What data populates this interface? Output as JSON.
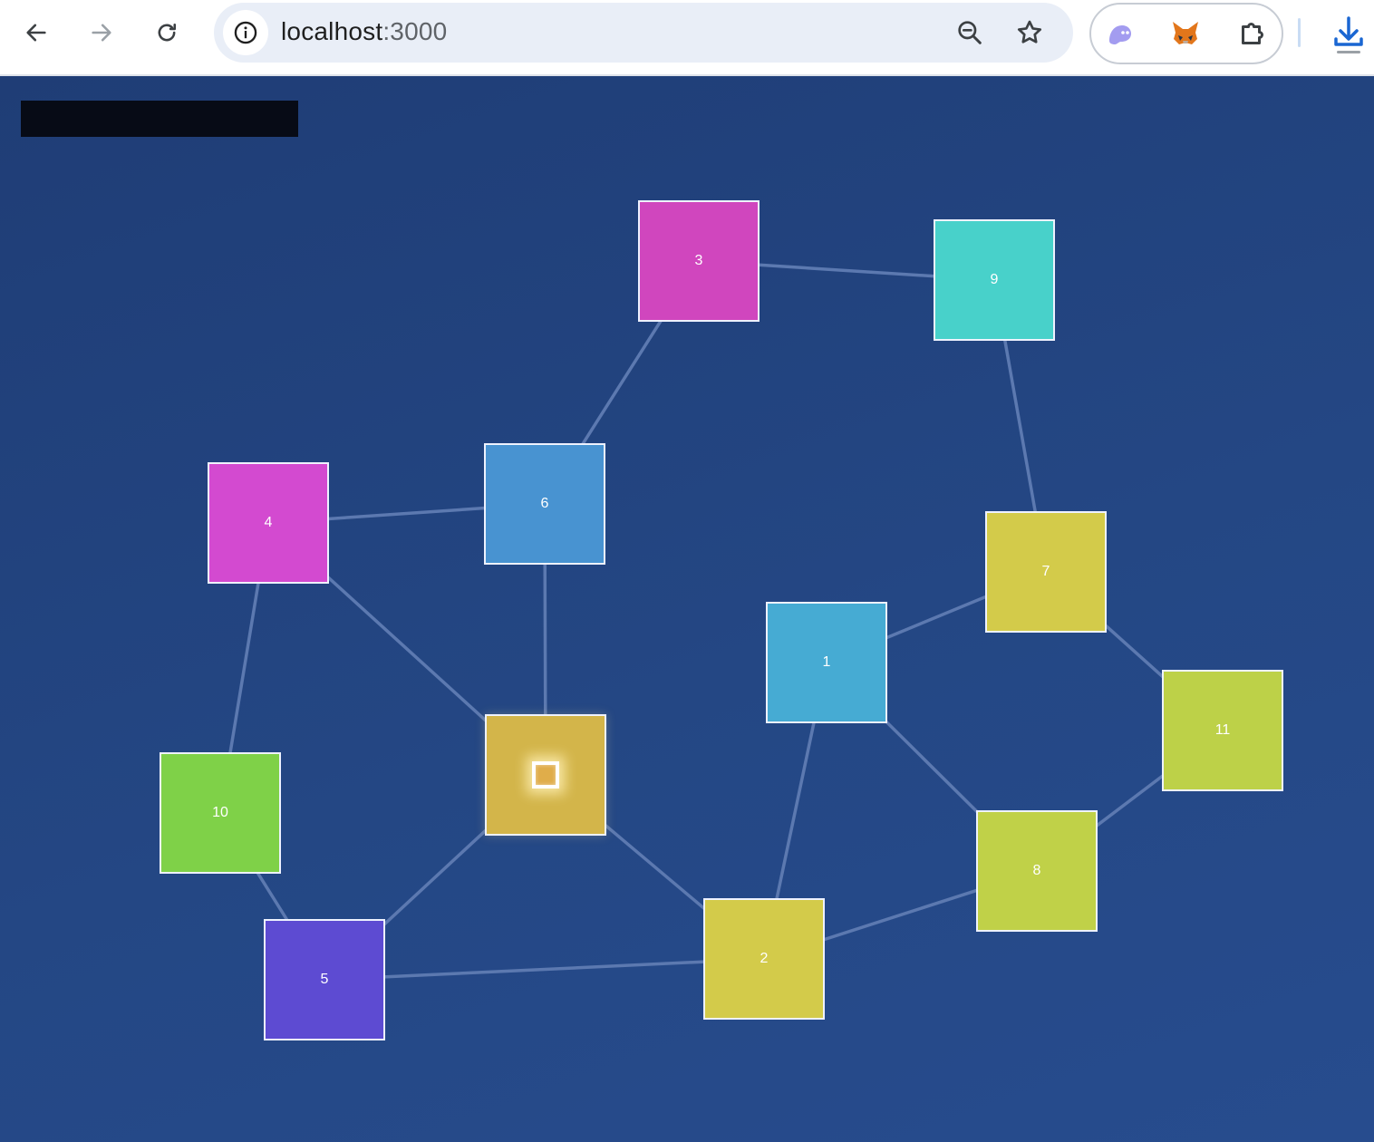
{
  "browser": {
    "url_host": "localhost",
    "url_port": ":3000"
  },
  "graph": {
    "nodes": [
      {
        "id": "center",
        "label": "",
        "color": "#d3b54a",
        "has_marker": true
      },
      {
        "id": "1",
        "label": "1",
        "color": "#46abd3"
      },
      {
        "id": "2",
        "label": "2",
        "color": "#d3cb4a"
      },
      {
        "id": "3",
        "label": "3",
        "color": "#d046be"
      },
      {
        "id": "4",
        "label": "4",
        "color": "#d34ad0"
      },
      {
        "id": "5",
        "label": "5",
        "color": "#5d4bd2"
      },
      {
        "id": "6",
        "label": "6",
        "color": "#4893d1"
      },
      {
        "id": "7",
        "label": "7",
        "color": "#d3cb4a"
      },
      {
        "id": "8",
        "label": "8",
        "color": "#c0d148"
      },
      {
        "id": "9",
        "label": "9",
        "color": "#48d1ca"
      },
      {
        "id": "10",
        "label": "10",
        "color": "#7fd148"
      },
      {
        "id": "11",
        "label": "11",
        "color": "#bdd148"
      }
    ],
    "edges": [
      [
        "3",
        "9"
      ],
      [
        "3",
        "6"
      ],
      [
        "9",
        "7"
      ],
      [
        "4",
        "6"
      ],
      [
        "4",
        "center"
      ],
      [
        "4",
        "10"
      ],
      [
        "6",
        "center"
      ],
      [
        "10",
        "5"
      ],
      [
        "5",
        "center"
      ],
      [
        "5",
        "2"
      ],
      [
        "center",
        "2"
      ],
      [
        "2",
        "1"
      ],
      [
        "2",
        "8"
      ],
      [
        "1",
        "7"
      ],
      [
        "1",
        "8"
      ],
      [
        "7",
        "11"
      ],
      [
        "8",
        "11"
      ]
    ],
    "edge_color": "#5c79b0"
  }
}
